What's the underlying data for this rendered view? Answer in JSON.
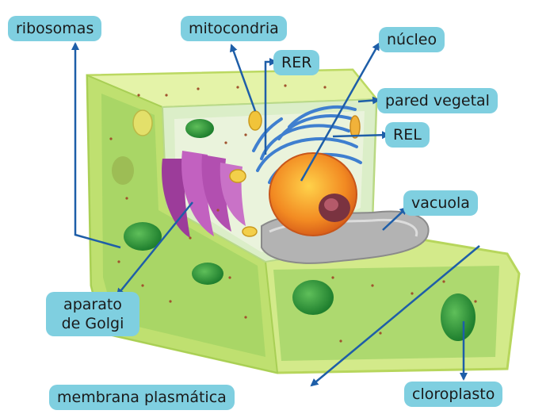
{
  "labels": {
    "ribosomas": "ribosomas",
    "mitocondria": "mitocondria",
    "rer": "RER",
    "nucleo": "núcleo",
    "pared_vegetal": "pared vegetal",
    "rel": "REL",
    "vacuola": "vacuola",
    "aparato_line1": "aparato",
    "aparato_line2": "de Golgi",
    "membrana": "membrana plasmática",
    "cloroplasto": "cloroplasto"
  },
  "colors": {
    "label_bg": "#7fcfe0",
    "arrow": "#1e5ea8",
    "cell_wall": "#c6e46a",
    "cytoplasm": "#a9d36a",
    "nucleus": "#f08a2a",
    "vacuole": "#a6a6a6",
    "golgi": "#b24fb0",
    "er": "#3f7fcf",
    "chloroplast": "#2f9a3e"
  }
}
